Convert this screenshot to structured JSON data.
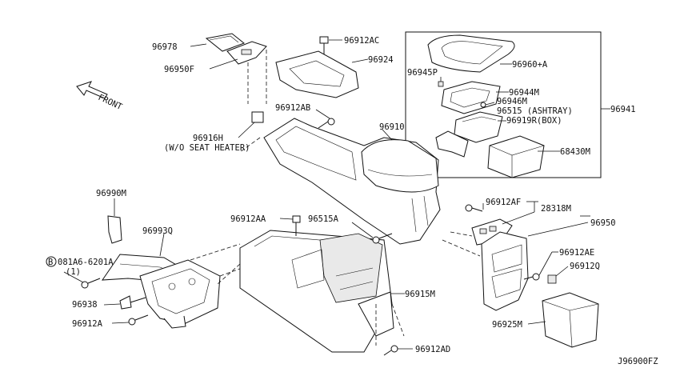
{
  "labels": {
    "p96978": "96978",
    "p96950F": "96950F",
    "p96912AC": "96912AC",
    "p96924": "96924",
    "p96912AB": "96912AB",
    "p96916H": "96916H",
    "p96916H_note": "(W/O SEAT HEATER)",
    "p96910": "96910",
    "p96945P": "96945P",
    "p96960A": "96960+A",
    "p96944M": "96944M",
    "p96946M": "96946M",
    "p96515": "96515 (ASHTRAY)",
    "p96919R": "96919R(BOX)",
    "p68430M": "68430M",
    "p96941": "96941",
    "p96990M": "96990M",
    "p96993Q": "96993Q",
    "p081A6": "081A6-6201A",
    "p081A6_qty": "(1)",
    "p96938": "96938",
    "p96912A": "96912A",
    "p96912AA": "96912AA",
    "p96515A": "96515A",
    "p96915M": "96915M",
    "p96912AD": "96912AD",
    "p96912AF": "96912AF",
    "p28318M": "28318M",
    "p96950": "96950",
    "p96912AE": "96912AE",
    "p96912Q": "96912Q",
    "p96925M": "96925M"
  },
  "front_label": "FRONT",
  "bolt_symbol": "B",
  "diagram_code": "J96900FZ",
  "icons": {
    "direction": "front-arrow-icon",
    "bolt": "circled-b-icon"
  }
}
